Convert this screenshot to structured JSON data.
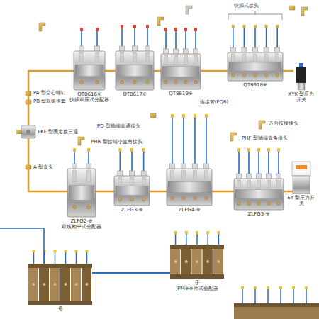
{
  "diagram": {
    "nodes": [
      {
        "text": [
          "QT8616※",
          "快插双压式分配器"
        ]
      },
      {
        "text": [
          "QT8617※"
        ]
      },
      {
        "text": [
          "QT8619※"
        ]
      },
      {
        "text": [
          "QT8618※"
        ]
      },
      {
        "text": [
          "XYK 型压力开关"
        ]
      },
      {
        "text": [
          "PKF 型固定接三通"
        ]
      },
      {
        "text": [
          "ZLFG2-※",
          "双线相平式分配器"
        ]
      },
      {
        "text": [
          "ZLFG3-※"
        ]
      },
      {
        "text": [
          "ZLFG4-※"
        ]
      },
      {
        "text": [
          "ZLFG5-※"
        ]
      },
      {
        "text": [
          "EY 型压力开关"
        ]
      },
      {
        "text": [
          "母"
        ]
      },
      {
        "text": [
          "子",
          "JPM※※片式分配器"
        ]
      }
    ],
    "edges": [
      {
        "from": 5,
        "to": 0,
        "arrow": "none"
      },
      {
        "from": 0,
        "to": 1,
        "arrow": "none"
      },
      {
        "from": 1,
        "to": 2,
        "arrow": "none"
      },
      {
        "from": 2,
        "to": 3,
        "label": "连接管(FQ6)",
        "arrow": "none"
      },
      {
        "from": 3,
        "to": 4,
        "arrow": "none"
      },
      {
        "from": 5,
        "to": 6,
        "arrow": "none"
      },
      {
        "from": 6,
        "to": 7,
        "arrow": "none"
      },
      {
        "from": 7,
        "to": 8,
        "arrow": "none"
      },
      {
        "from": 8,
        "to": 9,
        "arrow": "none"
      },
      {
        "from": 9,
        "to": 10,
        "arrow": "none"
      },
      {
        "from": 11,
        "to": 12,
        "arrow": "none"
      }
    ],
    "labels": [
      "快插式接头",
      "PA 型空心螺钉",
      "PB 型双锥卡套",
      "A 型直头",
      "PD 型轴端直通接头",
      "PHR 型接端小直角接头",
      "方向按接接头",
      "PHF 型轴端直角接头"
    ]
  }
}
